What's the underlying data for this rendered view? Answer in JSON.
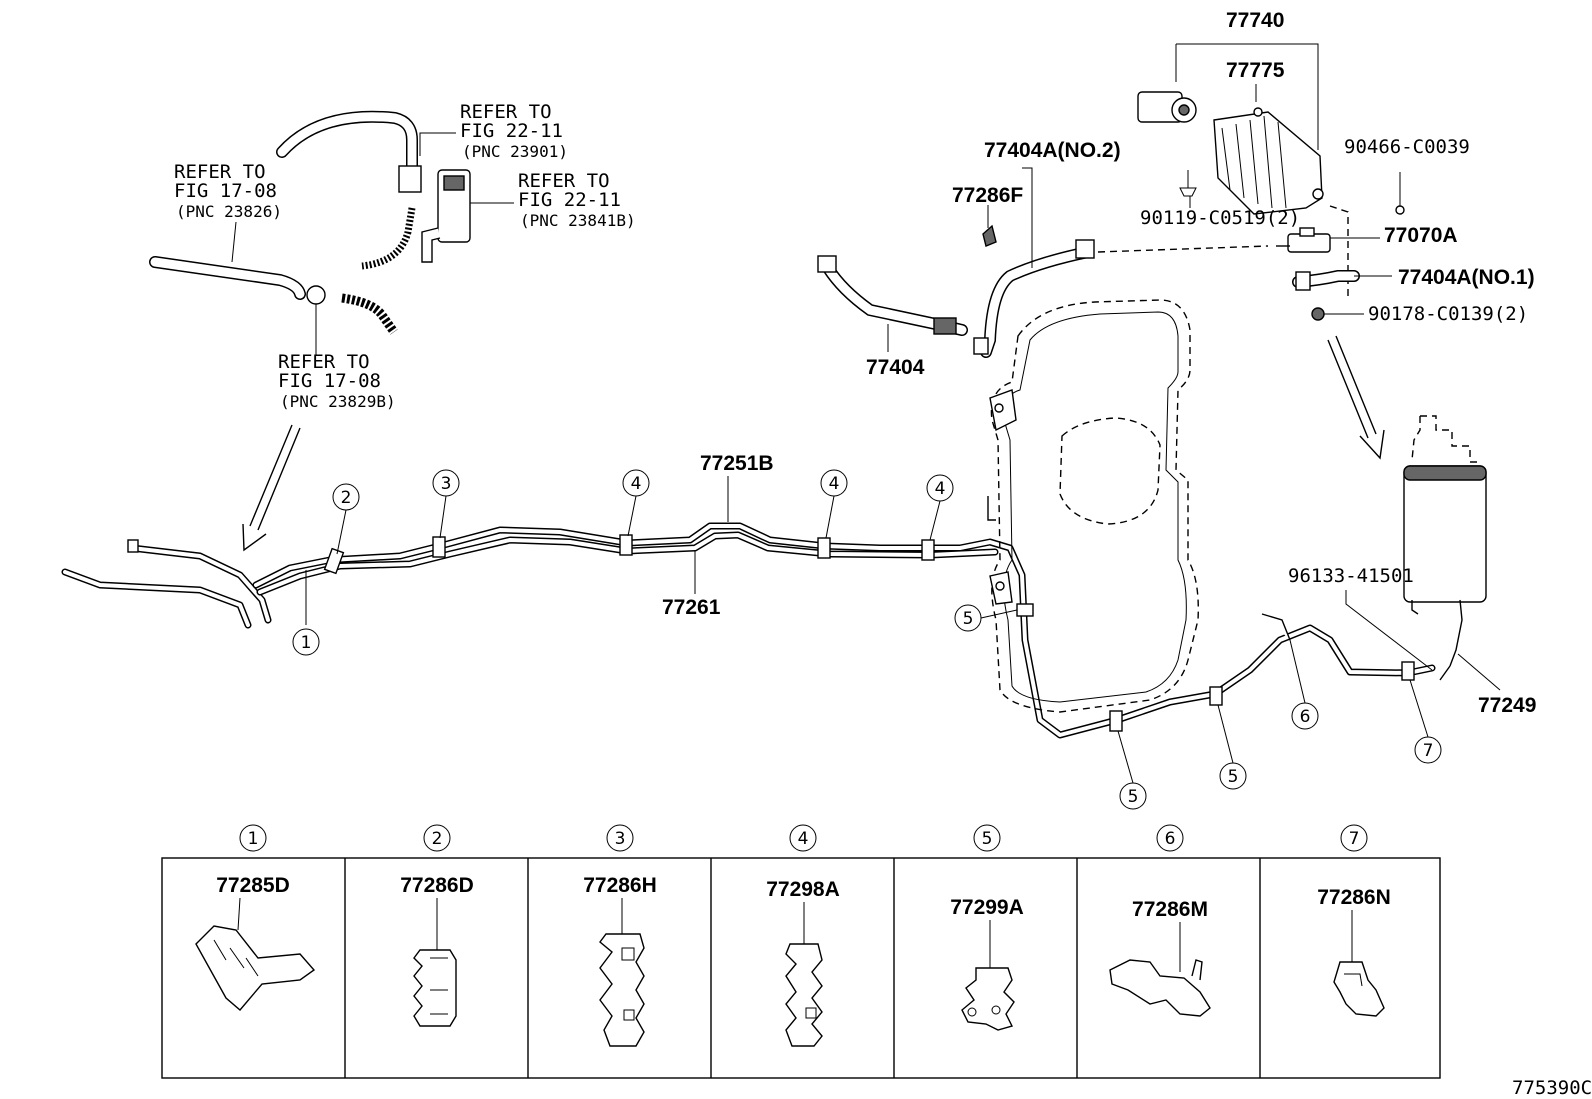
{
  "labels": {
    "refer_fig22_top": [
      "REFER TO",
      "FIG 22-11",
      "(PNC 23901)"
    ],
    "refer_fig17_left": [
      "REFER TO",
      "FIG 17-08",
      "(PNC 23826)"
    ],
    "refer_fig22_mid": [
      "REFER TO",
      "FIG 22-11",
      "(PNC 23841B)"
    ],
    "refer_fig17_bottom": [
      "REFER TO",
      "FIG 17-08",
      "(PNC 23829B)"
    ],
    "p77740": "77740",
    "p77775": "77775",
    "p77404A_no2": "77404A(NO.2)",
    "p77286F": "77286F",
    "p90466": "90466-C0039",
    "p90119": "90119-C0519(2)",
    "p77070A": "77070A",
    "p77404A_no1": "77404A(NO.1)",
    "p90178": "90178-C0139(2)",
    "p77404": "77404",
    "p77251B": "77251B",
    "p77261": "77261",
    "p96133": "96133-41501",
    "p77249": "77249",
    "figure_code": "775390C"
  },
  "callouts": {
    "main": [
      {
        "id": "c1",
        "num": "1"
      },
      {
        "id": "c2",
        "num": "2"
      },
      {
        "id": "c3",
        "num": "3"
      },
      {
        "id": "c4a",
        "num": "4"
      },
      {
        "id": "c4b",
        "num": "4"
      },
      {
        "id": "c4c",
        "num": "4"
      },
      {
        "id": "c5a",
        "num": "5"
      },
      {
        "id": "c5b",
        "num": "5"
      },
      {
        "id": "c5c",
        "num": "5"
      },
      {
        "id": "c6",
        "num": "6"
      },
      {
        "id": "c7",
        "num": "7"
      }
    ]
  },
  "legend": [
    {
      "num": "1",
      "part": "77285D"
    },
    {
      "num": "2",
      "part": "77286D"
    },
    {
      "num": "3",
      "part": "77286H"
    },
    {
      "num": "4",
      "part": "77298A"
    },
    {
      "num": "5",
      "part": "77299A"
    },
    {
      "num": "6",
      "part": "77286M"
    },
    {
      "num": "7",
      "part": "77286N"
    }
  ]
}
